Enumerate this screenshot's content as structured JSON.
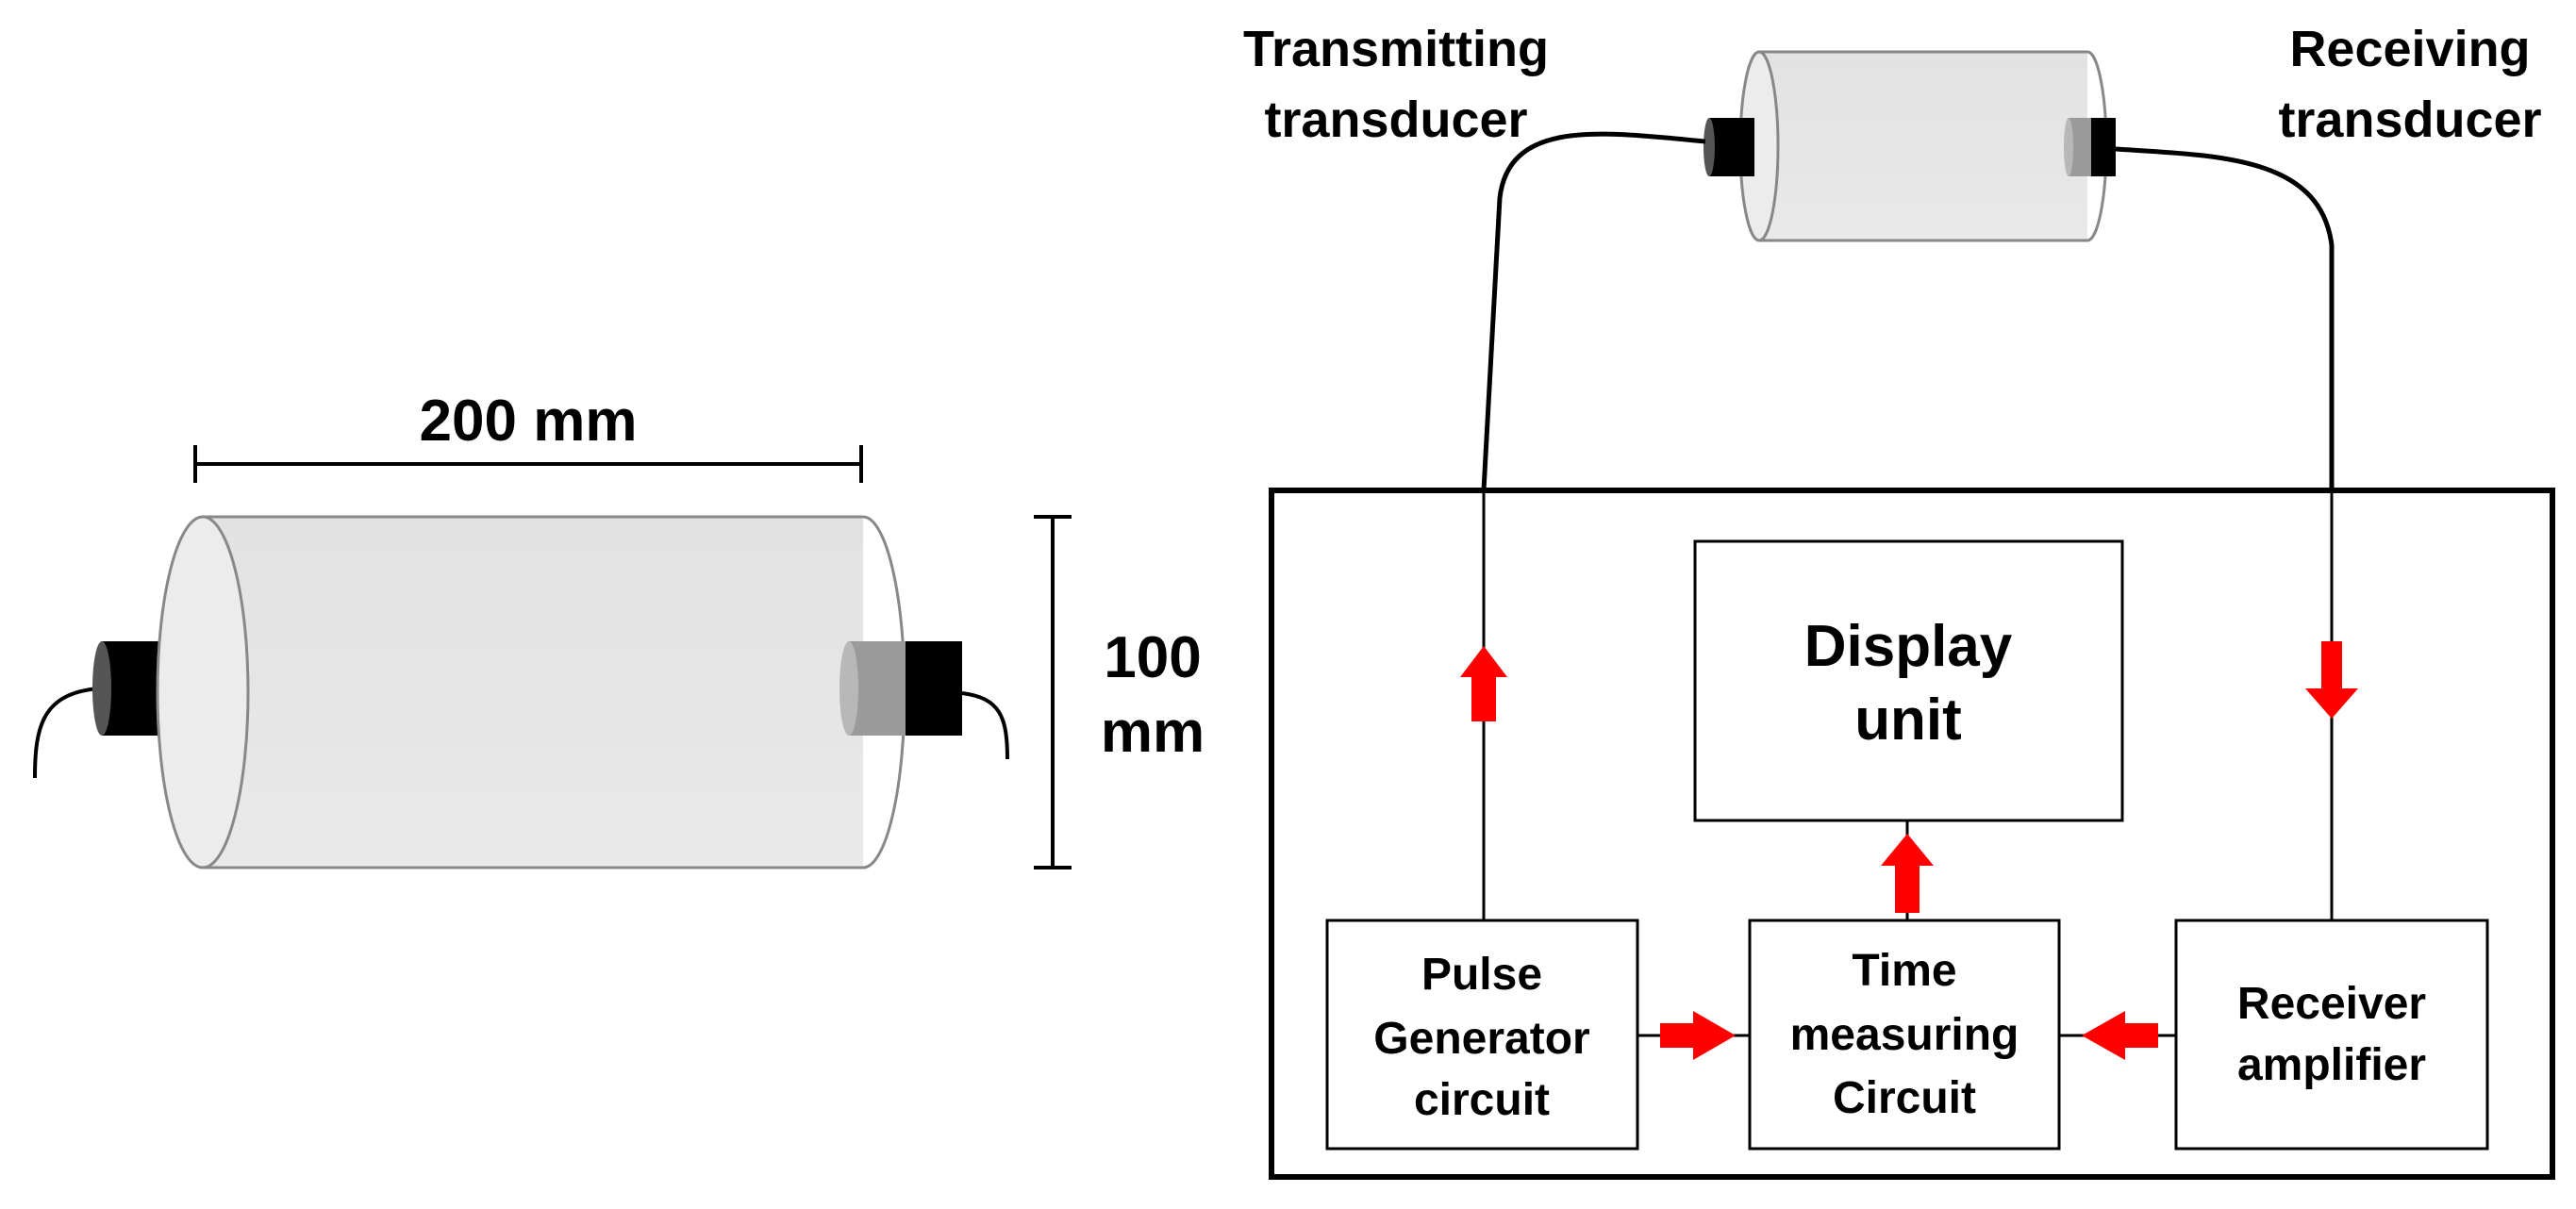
{
  "specimen": {
    "length_label": "200 mm",
    "diameter_label_line1": "100",
    "diameter_label_line2": "mm"
  },
  "transducers": {
    "transmitting_line1": "Transmitting",
    "transmitting_line2": "transducer",
    "receiving_line1": "Receiving",
    "receiving_line2": "transducer"
  },
  "blocks": {
    "display_line1": "Display",
    "display_line2": "unit",
    "pulse_line1": "Pulse",
    "pulse_line2": "Generator",
    "pulse_line3": "circuit",
    "time_line1": "Time",
    "time_line2": "measuring",
    "time_line3": "Circuit",
    "receiver_line1": "Receiver",
    "receiver_line2": "amplifier"
  },
  "colors": {
    "arrow": "#ff0000",
    "cylinder_fill": "#e6e6e6",
    "transducer": "#000000"
  }
}
